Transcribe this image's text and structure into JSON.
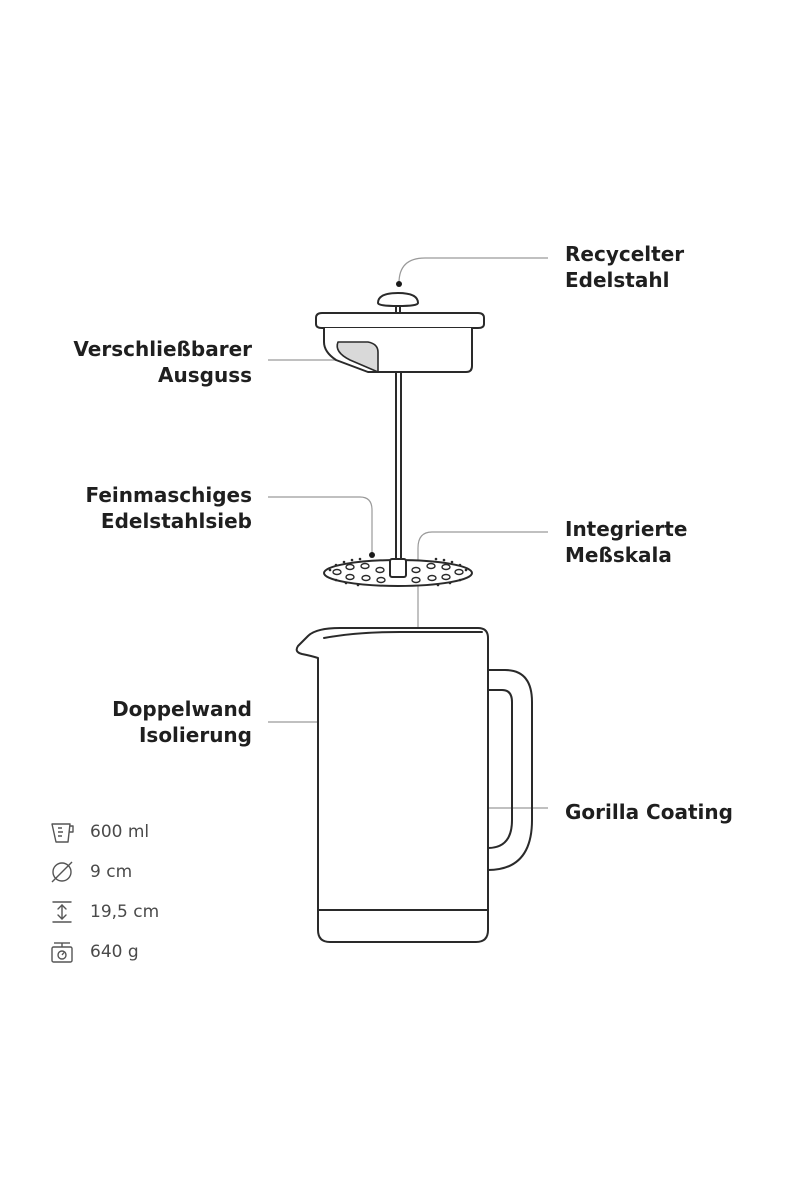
{
  "labels": {
    "recycled_steel": [
      "Recycelter",
      "Edelstahl"
    ],
    "spout": [
      "Verschließbarer",
      "Ausguss"
    ],
    "filter": [
      "Feinmaschiges",
      "Edelstahlsieb"
    ],
    "scale": [
      "Integrierte",
      "Meßskala"
    ],
    "insulation": [
      "Doppelwand",
      "Isolierung"
    ],
    "coating": [
      "Gorilla Coating"
    ]
  },
  "specs": [
    {
      "icon": "measuring-cup-icon",
      "value": "600 ml"
    },
    {
      "icon": "diameter-icon",
      "value": "9 cm"
    },
    {
      "icon": "height-icon",
      "value": "19,5 cm"
    },
    {
      "icon": "scale-weight-icon",
      "value": "640 g"
    }
  ],
  "colors": {
    "line": "#2a2a2a",
    "leader": "#9a9a9a",
    "text": "#1f1f1f",
    "spec_text": "#4a4a4a",
    "shade": "#d9d9d9"
  }
}
